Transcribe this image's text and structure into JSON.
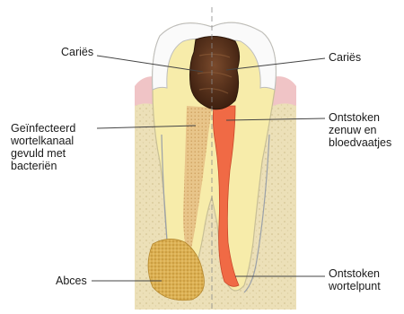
{
  "labels": {
    "caries_left": "Cariës",
    "caries_right": "Cariës",
    "infected_canal": "Geïnfecteerd\nwortelkanaal\ngevuld met\nbacteriën",
    "inflamed_nerve": "Ontstoken\nzenuw en\nbloedvaatjes",
    "abscess": "Abces",
    "inflamed_root_tip": "Ontstoken\nwortelpunt"
  },
  "colors": {
    "bone": "#ece0b8",
    "gum": "#f0c4c6",
    "enamel": "#fafafa",
    "dentin": "#f7ecaa",
    "pulp": "#f06a45",
    "decay": "#5c321c",
    "abscess": "#dcb053",
    "leader": "#444444"
  }
}
